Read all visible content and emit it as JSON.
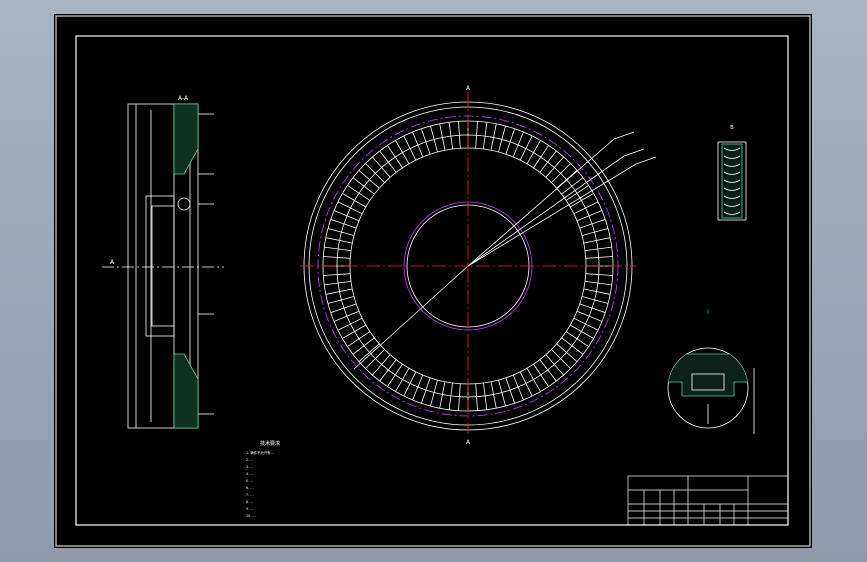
{
  "drawing": {
    "colors": {
      "background": "#000000",
      "line": "#ffffff",
      "centerline": "#ff2020",
      "hidden": "#c040ff",
      "hatch": "#50d0a0",
      "accent": "#00ff00"
    },
    "front_view": {
      "top_label": "A",
      "bottom_label": "A"
    },
    "side_view": {
      "top_label": "A-A",
      "left_label": "A"
    },
    "detail_view": {
      "title": "B"
    },
    "section_view": {
      "label": "I"
    },
    "tech_notes": {
      "title": "技术要求",
      "lines": [
        "1. 铸件不允许有...",
        "2. ...",
        "3. ...",
        "4. ...",
        "5. ...",
        "6. ...",
        "7. ...",
        "8. ...",
        "9. ...",
        "10. ..."
      ]
    },
    "title_block": {
      "part_name": "",
      "drawing_no": ""
    }
  }
}
